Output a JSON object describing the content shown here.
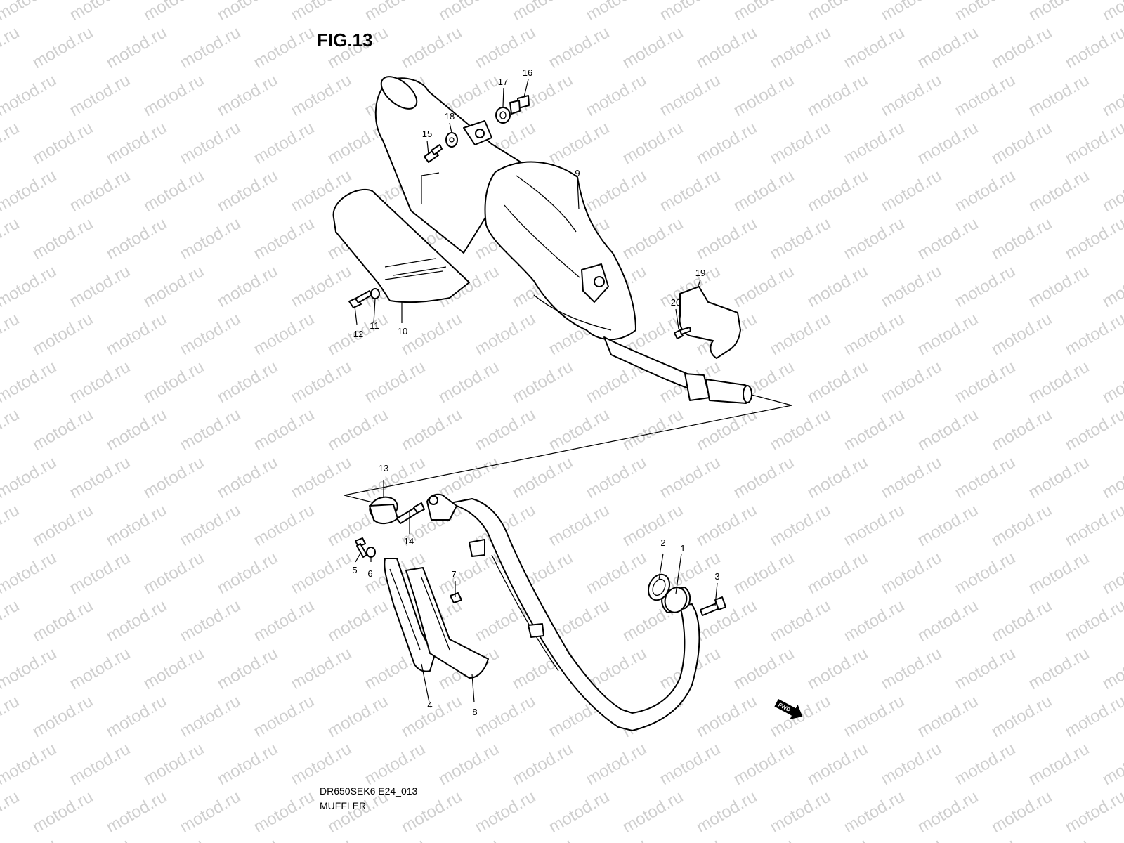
{
  "figure": {
    "title": "FIG.13",
    "code": "DR650SEK6 E24_013",
    "name": "MUFFLER"
  },
  "watermark": "motod.ru",
  "fwd_label": "FWD",
  "callouts": [
    "1",
    "2",
    "3",
    "4",
    "5",
    "6",
    "7",
    "8",
    "9",
    "10",
    "11",
    "12",
    "13",
    "14",
    "15",
    "16",
    "17",
    "18",
    "19",
    "20"
  ]
}
